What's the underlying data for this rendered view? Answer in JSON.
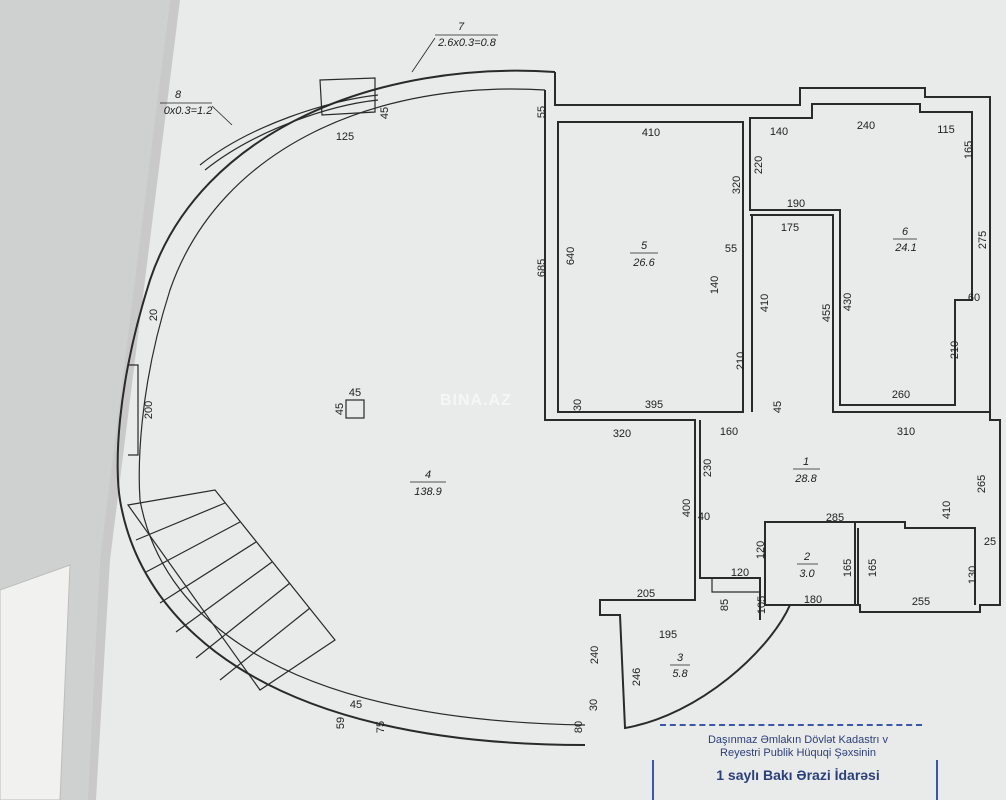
{
  "windows": {
    "w7": {
      "number": "7",
      "formula": "2.6x0.3=0.8"
    },
    "w8": {
      "number": "8",
      "formula": "0x0.3=1.2"
    }
  },
  "rooms": {
    "r1": {
      "number": "1",
      "area": "28.8"
    },
    "r2": {
      "number": "2",
      "area": "3.0"
    },
    "r3": {
      "number": "3",
      "area": "5.8"
    },
    "r4": {
      "number": "4",
      "area": "138.9"
    },
    "r5": {
      "number": "5",
      "area": "26.6"
    },
    "r6": {
      "number": "6",
      "area": "24.1"
    }
  },
  "dimensions": {
    "d125": "125",
    "d45a": "45",
    "d55a": "55",
    "d410a": "410",
    "d140a": "140",
    "d240a": "240",
    "d115": "115",
    "d220": "220",
    "d320a": "320",
    "d165a": "165",
    "d190": "190",
    "d175": "175",
    "d685": "685",
    "d640": "640",
    "d55b": "55",
    "d140b": "140",
    "d275": "275",
    "d410b": "410",
    "d455": "455",
    "d430": "430",
    "d60": "60",
    "d210a": "210",
    "d210b": "210",
    "d20": "20",
    "d45box1": "45",
    "d45box2": "45",
    "d30a": "30",
    "d395": "395",
    "d45c": "45",
    "d260": "260",
    "d200": "200",
    "d320b": "320",
    "d160": "160",
    "d310": "310",
    "d230": "230",
    "d265": "265",
    "d400": "400",
    "d40": "40",
    "d285": "285",
    "d410c": "410",
    "d120a": "120",
    "d25": "25",
    "d120b": "120",
    "d165b": "165",
    "d165c": "165",
    "d205": "205",
    "d85": "85",
    "d105": "105",
    "d180": "180",
    "d255": "255",
    "d130": "130",
    "d195": "195",
    "d240b": "240",
    "d246": "246",
    "d45d": "45",
    "d59": "59",
    "d75": "75",
    "d30b": "30",
    "d80": "80"
  },
  "watermark": "BINA.AZ",
  "stamp": {
    "line1": "Daşınmaz Əmlakın Dövlət Kadastrı v",
    "line2": "Reyestri Publik Hüquqi Şəxsinin",
    "line3": "1 saylı Bakı Ərazi İdarəsi"
  }
}
